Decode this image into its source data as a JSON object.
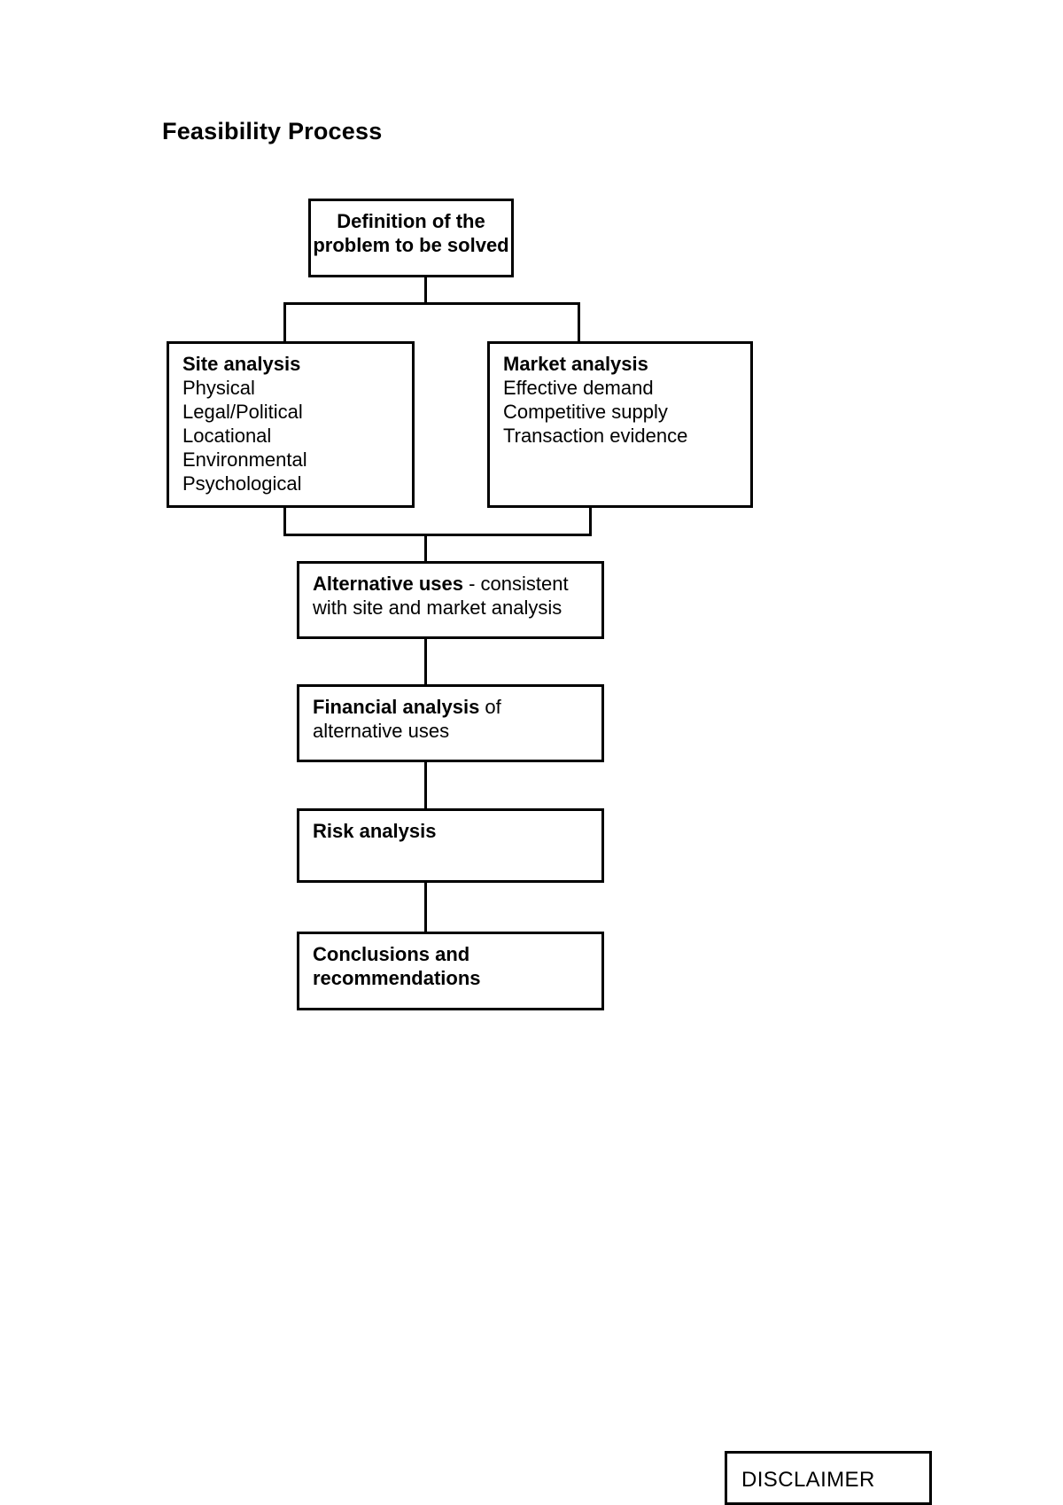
{
  "document": {
    "title": "Feasibility Process"
  },
  "chart_data": {
    "type": "diagram",
    "title": "Feasibility Process",
    "nodes": [
      {
        "id": "definition",
        "label": "Definition of the problem to be solved",
        "lines": [
          "Definition of the",
          "problem to be solved"
        ]
      },
      {
        "id": "site-analysis",
        "label": "Site analysis",
        "heading": "Site analysis",
        "items": [
          "Physical",
          "Legal/Political",
          "Locational",
          "Environmental",
          "Psychological"
        ]
      },
      {
        "id": "market-analysis",
        "label": "Market analysis",
        "heading": "Market analysis",
        "items": [
          "Effective demand",
          "Competitive supply",
          "Transaction evidence"
        ]
      },
      {
        "id": "alternative-uses",
        "heading": "Alternative uses",
        "tail": " - consistent",
        "line2": "with site and market analysis"
      },
      {
        "id": "financial-analysis",
        "heading": "Financial analysis",
        "tail": " of",
        "line2": "alternative uses"
      },
      {
        "id": "risk-analysis",
        "heading": "Risk analysis",
        "tail": "",
        "line2": ""
      },
      {
        "id": "conclusions",
        "lines": [
          "Conclusions and",
          "recommendations"
        ]
      }
    ],
    "edges": [
      {
        "from": "definition",
        "to": "site-analysis"
      },
      {
        "from": "definition",
        "to": "market-analysis"
      },
      {
        "from": "site-analysis",
        "to": "alternative-uses"
      },
      {
        "from": "market-analysis",
        "to": "alternative-uses"
      },
      {
        "from": "alternative-uses",
        "to": "financial-analysis"
      },
      {
        "from": "financial-analysis",
        "to": "risk-analysis"
      },
      {
        "from": "risk-analysis",
        "to": "conclusions"
      }
    ]
  },
  "boxes": {
    "definition": {
      "line1": "Definition of the",
      "line2": "problem to be solved"
    },
    "site_analysis": {
      "heading": "Site analysis",
      "item1": "Physical",
      "item2": "Legal/Political",
      "item3": "Locational",
      "item4": "Environmental",
      "item5": "Psychological"
    },
    "market_analysis": {
      "heading": "Market analysis",
      "item1": "Effective demand",
      "item2": "Competitive supply",
      "item3": "Transaction evidence"
    },
    "alternative_uses": {
      "heading": "Alternative uses",
      "tail": " - consistent",
      "line2": "with site and market analysis"
    },
    "financial_analysis": {
      "heading": "Financial analysis",
      "tail": " of",
      "line2": "alternative uses"
    },
    "risk_analysis": {
      "heading": "Risk analysis"
    },
    "conclusions": {
      "line1": "Conclusions and",
      "line2": "recommendations"
    }
  },
  "footer": {
    "disclaimer": "DISCLAIMER"
  },
  "colors": {
    "stroke": "#000000",
    "background": "#ffffff",
    "text": "#000000"
  }
}
